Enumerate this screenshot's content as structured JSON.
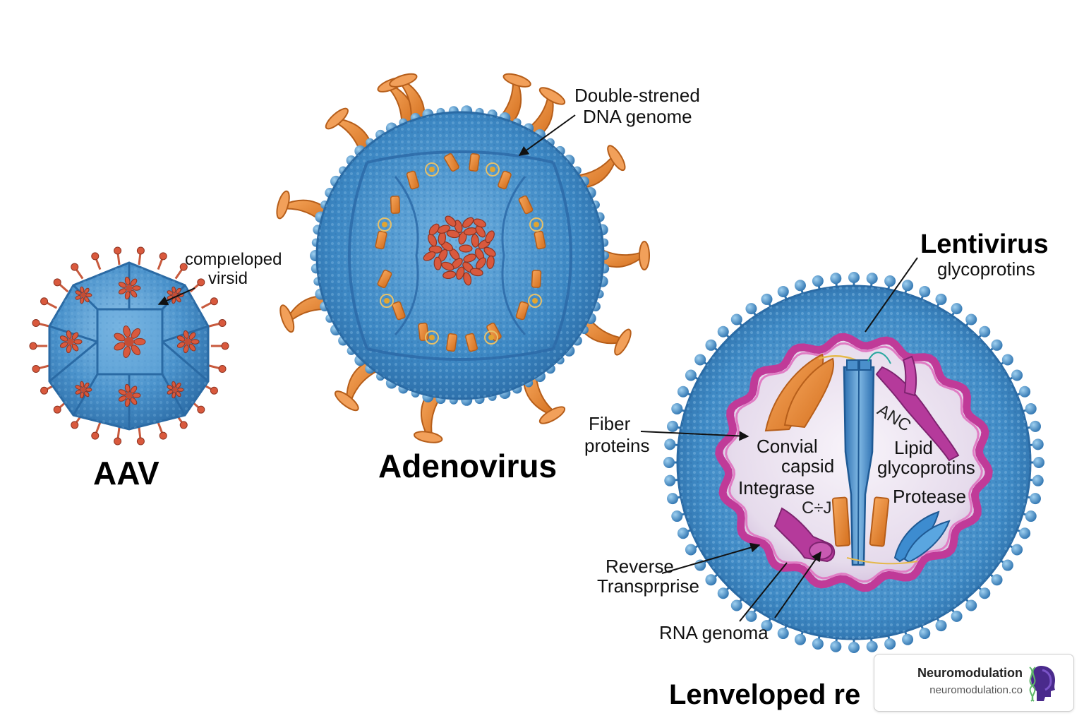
{
  "labels": {
    "aav_title": "AAV",
    "aav_callout_line1": "compıeloped",
    "aav_callout_line2": "virsid",
    "adeno_title": "Adenovirus",
    "adeno_callout_line1": "Double-strened",
    "adeno_callout_line2": "DNA genome",
    "lenti_title": "Lentivirus",
    "lenti_glyco": "glycoprotins",
    "fiber_line1": "Fiber",
    "fiber_line2": "proteins",
    "convial_line1": "Convial",
    "convial_line2": "capsid",
    "anc": "ANC",
    "lipid_line1": "Lipid",
    "lipid_line2": "glycoprotins",
    "integrase": "Integrase",
    "cd": "C÷J",
    "protease": "Protease",
    "reverse_line1": "Reverse",
    "reverse_line2": "Transprprise",
    "rna": "RNA genoma",
    "bottom_title": "Lenveloped re"
  },
  "watermark": {
    "name": "Neuromodulation",
    "url": "neuromodulation.co"
  },
  "colors": {
    "capsid_blue": "#3d88c2",
    "spike_orange": "#e5832d",
    "core_red": "#d9593d",
    "membrane_magenta": "#c03a98",
    "interior": "#efe9f2"
  },
  "icons": {
    "watermark_logo": "head-profile-dna-icon"
  }
}
